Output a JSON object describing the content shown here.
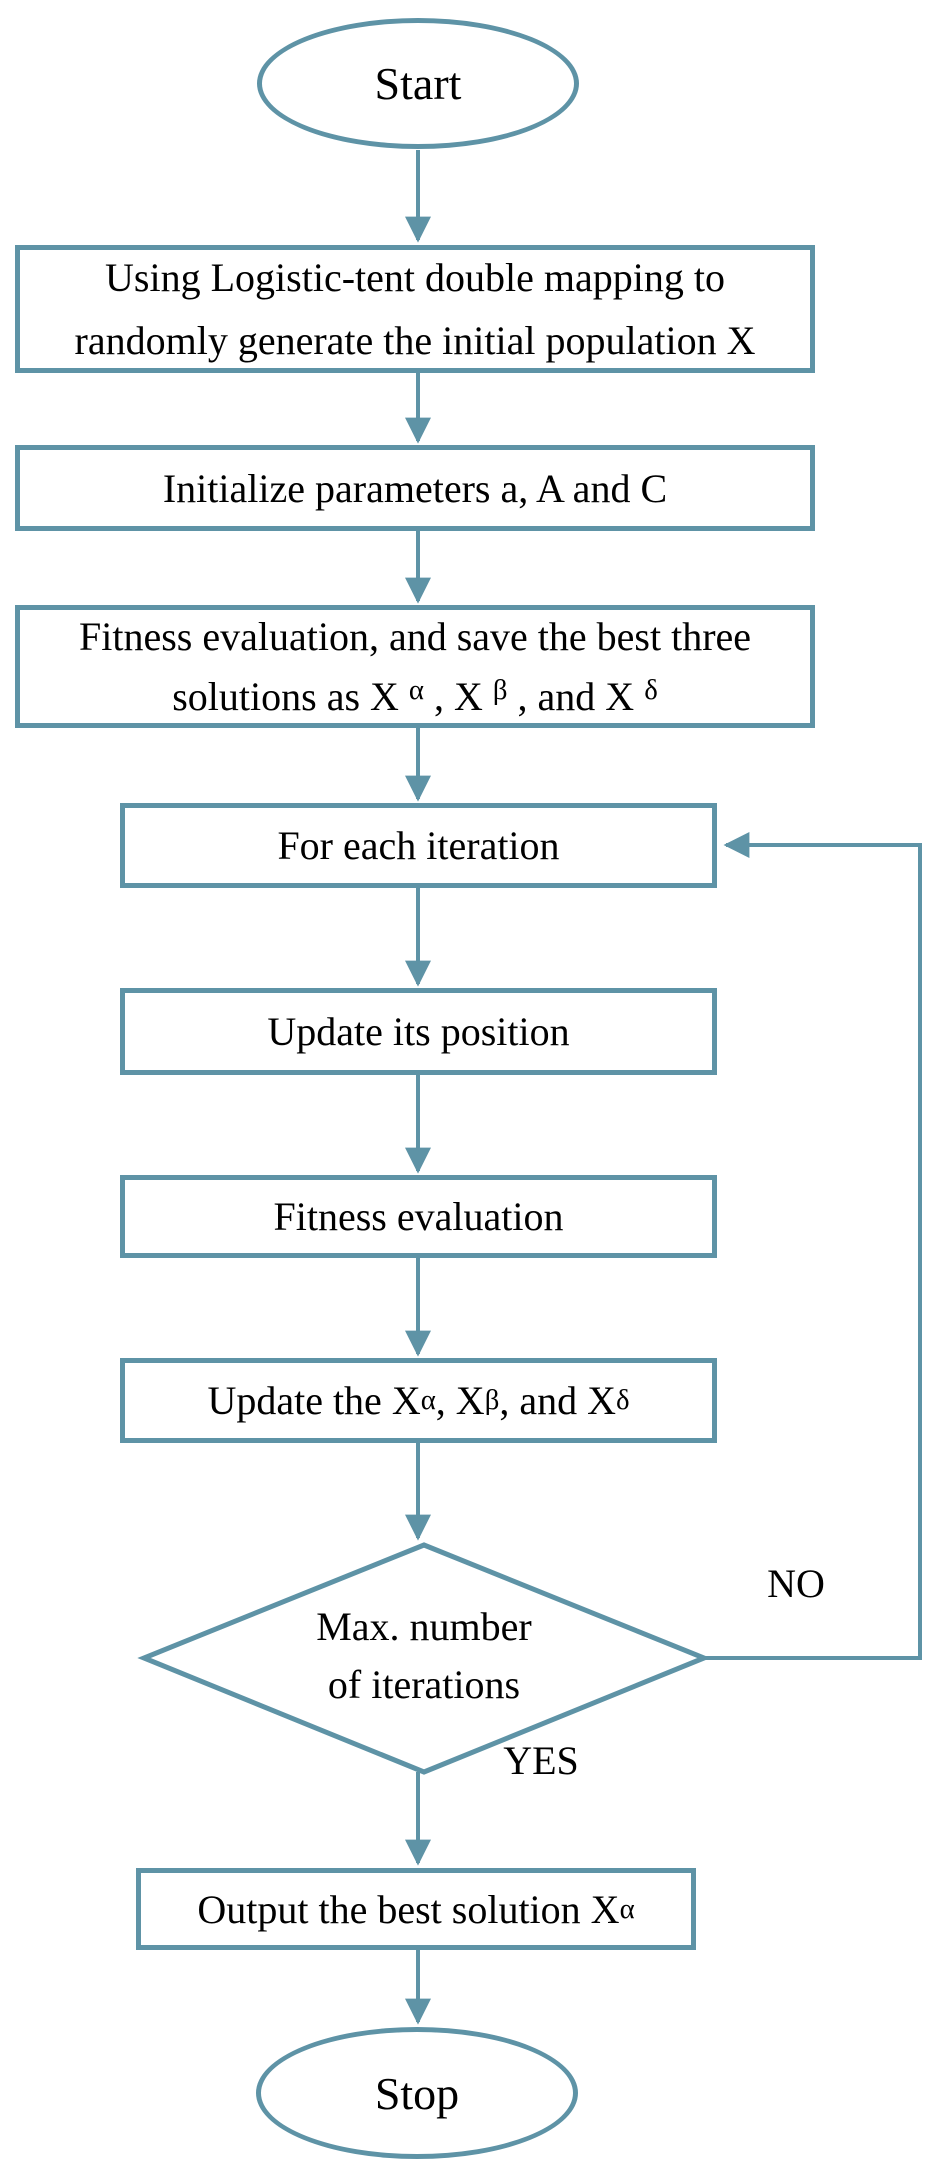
{
  "palette": {
    "stroke": "#5e93a6",
    "text": "#000000",
    "background": "#ffffff"
  },
  "nodes": {
    "start": {
      "label": "Start"
    },
    "generate_population": {
      "label": "Using Logistic-tent double mapping to\nrandomly generate the initial population X"
    },
    "initialize_parameters": {
      "label": "Initialize parameters a, A and C"
    },
    "fitness_save_best": {
      "line1": "Fitness evaluation, and save the best three",
      "line2": [
        {
          "text": "solutions as X "
        },
        {
          "text": "α",
          "sup": true
        },
        {
          "text": " , X "
        },
        {
          "text": "β",
          "sup": true
        },
        {
          "text": " , and X "
        },
        {
          "text": "δ",
          "sup": true
        }
      ]
    },
    "for_each_iteration": {
      "label": "For each iteration"
    },
    "update_position": {
      "label": "Update its position"
    },
    "fitness_evaluation": {
      "label": "Fitness evaluation"
    },
    "update_best": [
      {
        "text": "Update the X "
      },
      {
        "text": "α",
        "sup": true
      },
      {
        "text": " , X "
      },
      {
        "text": "β",
        "sup": true
      },
      {
        "text": " , and X "
      },
      {
        "text": "δ",
        "sup": true
      }
    ],
    "max_iterations_decision": {
      "label": "Max. number\nof iterations"
    },
    "output_best": [
      {
        "text": "Output the best solution X "
      },
      {
        "text": "α",
        "sup": true
      }
    ],
    "stop": {
      "label": "Stop"
    }
  },
  "edge_labels": {
    "no": "NO",
    "yes": "YES"
  }
}
